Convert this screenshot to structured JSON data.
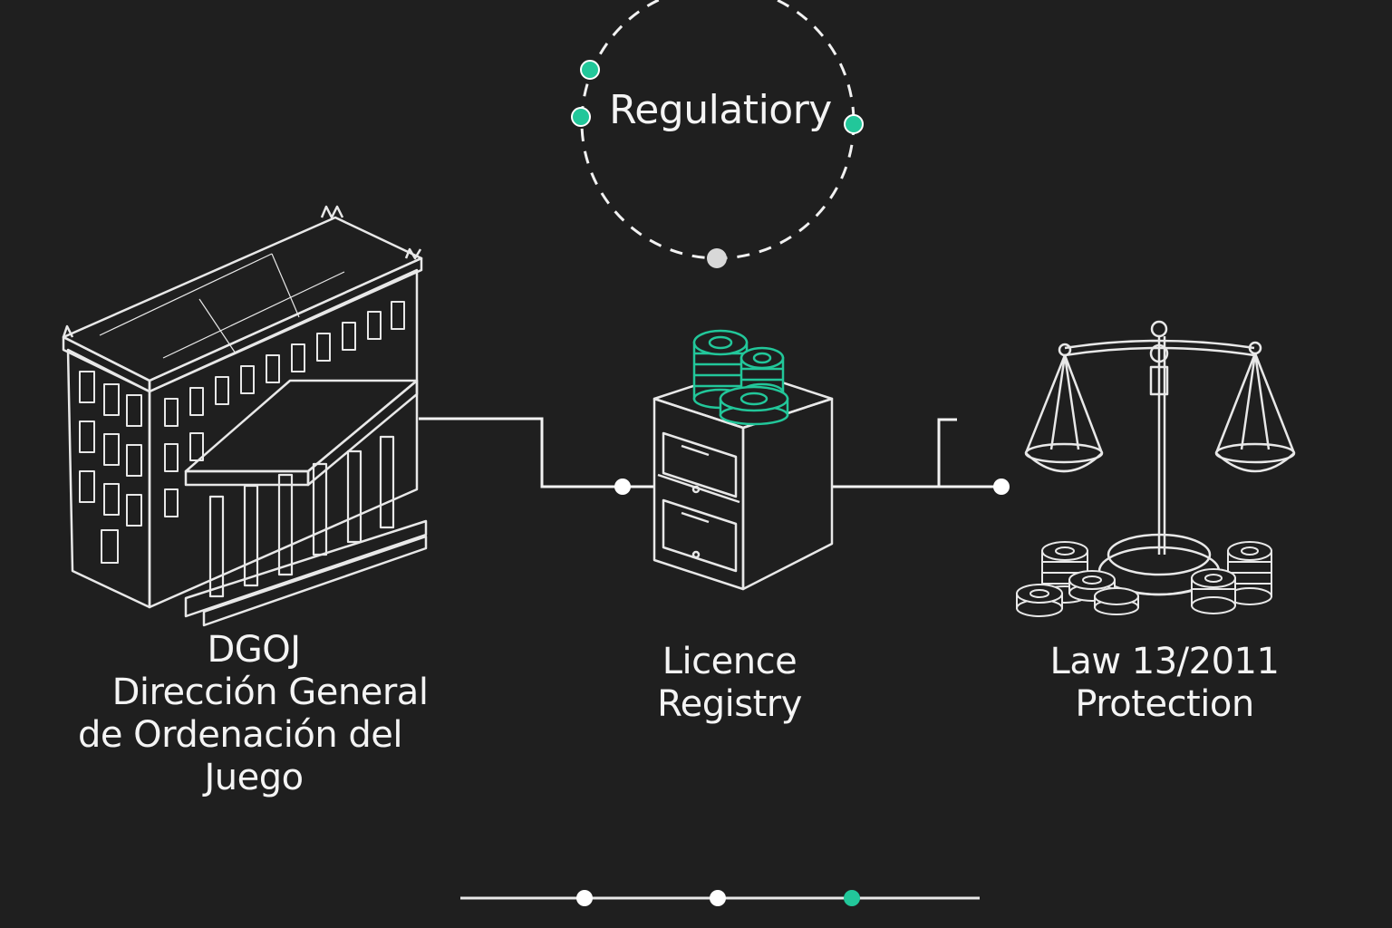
{
  "hub": {
    "title": "Regulatiory"
  },
  "nodes": [
    {
      "lines": [
        "DGOJ",
        "Dirección General",
        "de Ordenación del",
        "Juego"
      ],
      "icon": "government-building-icon"
    },
    {
      "lines": [
        "Licence",
        "Registry"
      ],
      "icon": "filing-cabinet-with-chips-icon"
    },
    {
      "lines": [
        "Law 13/2011",
        "Protection"
      ],
      "icon": "justice-scales-icon"
    }
  ],
  "pagination": {
    "dots": 3,
    "active": 3
  },
  "colors": {
    "background": "#1f1f1f",
    "line": "#f2f2f2",
    "accent": "#22c79a"
  }
}
